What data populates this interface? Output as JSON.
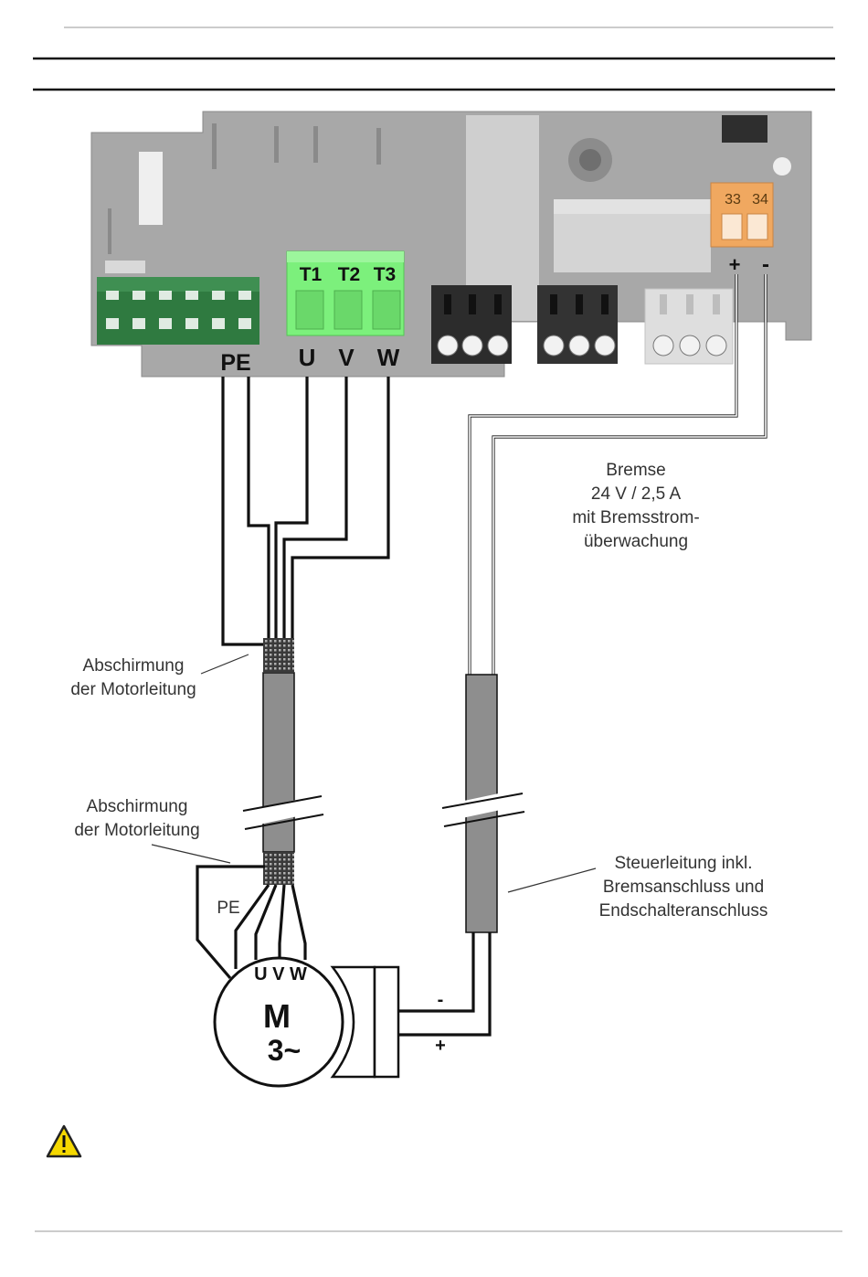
{
  "board": {
    "terminal_green": [
      "T1",
      "T2",
      "T3"
    ],
    "terminal_orange": [
      "33",
      "34"
    ],
    "polarity": [
      "+",
      "-"
    ],
    "motor_terminals": [
      "PE",
      "U",
      "V",
      "W"
    ]
  },
  "labels": {
    "brake": [
      "Bremse",
      "24 V / 2,5 A",
      "mit Bremsstrom-",
      "überwachung"
    ],
    "shield_top": [
      "Abschirmung",
      "der Motorleitung"
    ],
    "shield_bottom": [
      "Abschirmung",
      "der Motorleitung"
    ],
    "control_cable": [
      "Steuerleitung inkl.",
      "Bremsanschluss und",
      "Endschalteranschluss"
    ]
  },
  "motor": {
    "pe": "PE",
    "terminals": "U V W",
    "symbol": "M",
    "phase": "3~",
    "brake_minus": "-",
    "brake_plus": "+"
  },
  "colors": {
    "board": "#a9a9a9",
    "terminal_green": "#7cf07c",
    "terminal_dark_green": "#2f7a40",
    "terminal_orange": "#f0a860",
    "cable": "#8e8e8e",
    "warning": "#f5d800"
  },
  "icons": {
    "warning": "warning-triangle-icon"
  }
}
